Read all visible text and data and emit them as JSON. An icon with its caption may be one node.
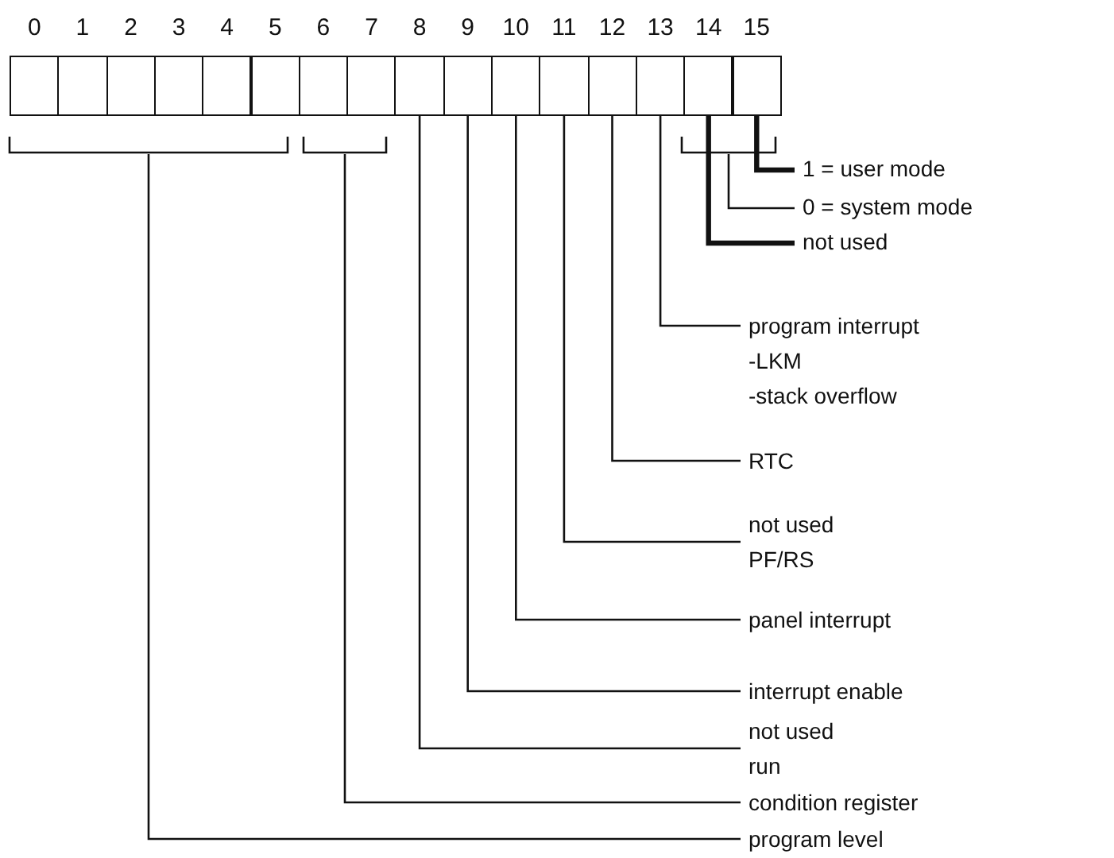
{
  "diagram": {
    "nodes": [
      {
        "text": [
          "0"
        ]
      },
      {
        "text": [
          "1"
        ]
      },
      {
        "text": [
          "2"
        ]
      },
      {
        "text": [
          "3"
        ]
      },
      {
        "text": [
          "4"
        ]
      },
      {
        "text": [
          "5"
        ]
      },
      {
        "text": [
          "6"
        ]
      },
      {
        "text": [
          "7"
        ]
      },
      {
        "text": [
          "8"
        ]
      },
      {
        "text": [
          "9"
        ]
      },
      {
        "text": [
          "10"
        ]
      },
      {
        "text": [
          "11"
        ]
      },
      {
        "text": [
          "12"
        ]
      },
      {
        "text": [
          "13"
        ]
      },
      {
        "text": [
          "14"
        ]
      },
      {
        "text": [
          "15"
        ]
      },
      {
        "text": [],
        "shape": "bracket"
      },
      {
        "text": [],
        "shape": "bracket"
      },
      {
        "text": [],
        "shape": "bracket"
      },
      {
        "text": [
          "1 = user mode"
        ]
      },
      {
        "text": [
          "0 = system mode"
        ]
      },
      {
        "text": [
          "not used"
        ]
      },
      {
        "text": [
          "program interrupt",
          "-LKM",
          "-stack overflow"
        ]
      },
      {
        "text": [
          "RTC"
        ]
      },
      {
        "text": [
          "not used",
          "PF/RS"
        ]
      },
      {
        "text": [
          "panel interrupt"
        ]
      },
      {
        "text": [
          "interrupt enable"
        ]
      },
      {
        "text": [
          "not used",
          "run"
        ]
      },
      {
        "text": [
          "condition register"
        ]
      },
      {
        "text": [
          "program level"
        ]
      }
    ],
    "edges": [
      {
        "from": 19,
        "to": 15,
        "arrow": "none",
        "style": "thick"
      },
      {
        "from": 20,
        "to": 18,
        "arrow": "none"
      },
      {
        "from": 21,
        "to": 14,
        "arrow": "none",
        "style": "thick"
      },
      {
        "from": 22,
        "to": 13,
        "arrow": "none"
      },
      {
        "from": 23,
        "to": 12,
        "arrow": "none"
      },
      {
        "from": 24,
        "to": 11,
        "arrow": "none"
      },
      {
        "from": 25,
        "to": 10,
        "arrow": "none"
      },
      {
        "from": 26,
        "to": 9,
        "arrow": "none"
      },
      {
        "from": 27,
        "to": 8,
        "arrow": "none"
      },
      {
        "from": 28,
        "to": 17,
        "arrow": "none"
      },
      {
        "from": 29,
        "to": 16,
        "arrow": "none"
      }
    ]
  }
}
